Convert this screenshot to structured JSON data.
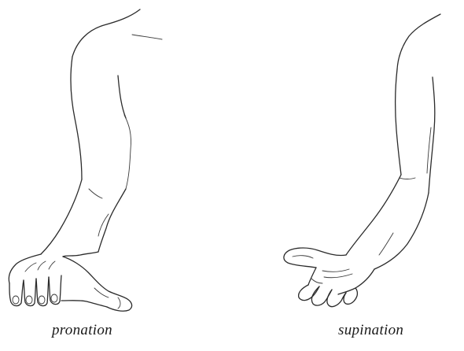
{
  "captions": {
    "left": "pronation",
    "right": "supination"
  },
  "illustration": {
    "left_arm": "forearm-pronated-palm-down",
    "right_arm": "forearm-supinated-palm-up"
  },
  "colors": {
    "background": "#ffffff",
    "ink": "#2b2b2b"
  }
}
